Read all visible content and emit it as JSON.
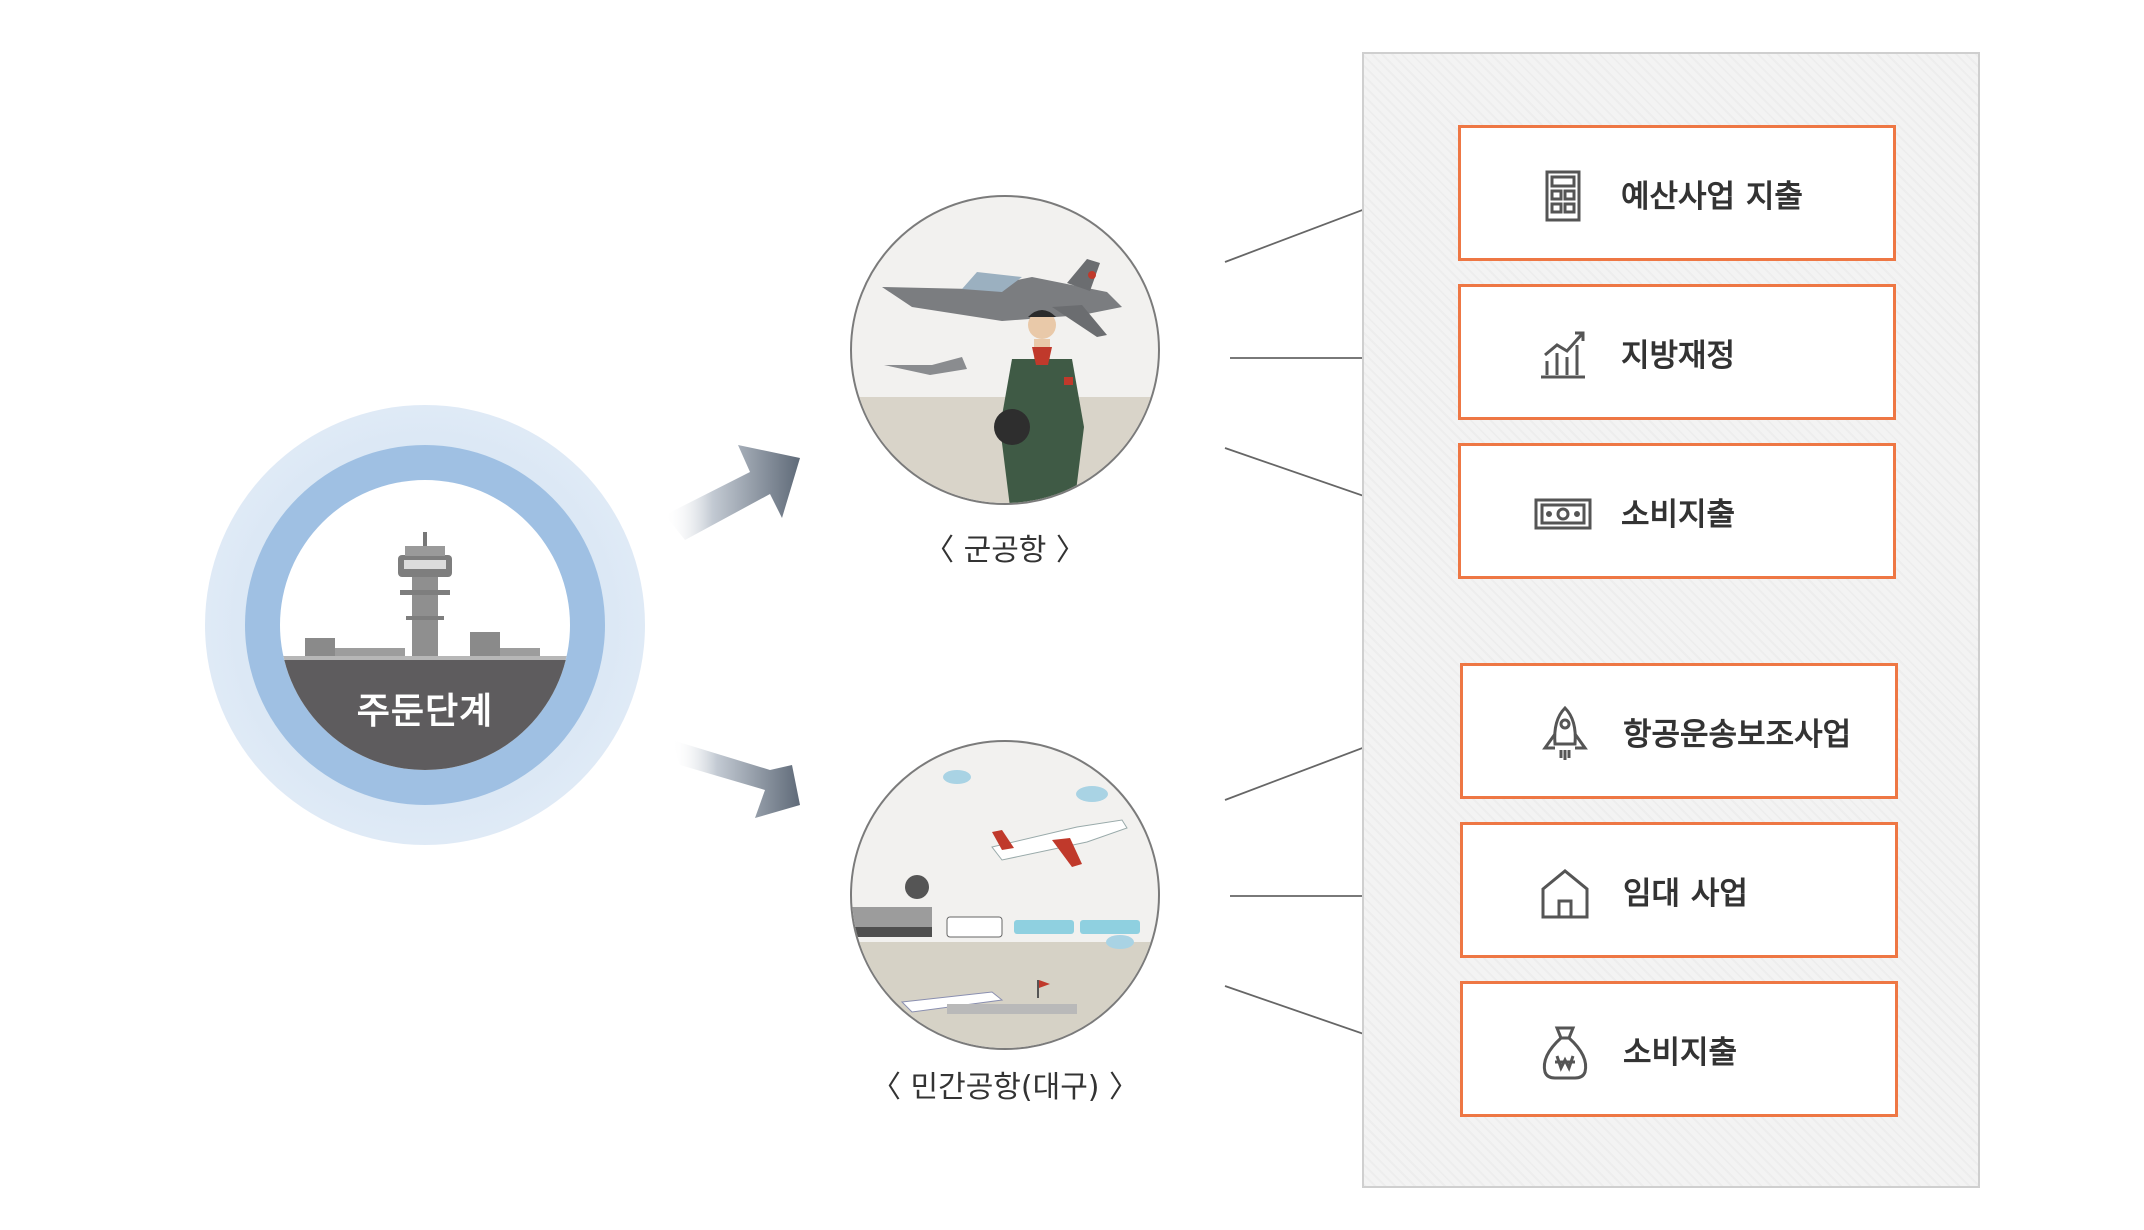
{
  "hub": {
    "label": "주둔단계"
  },
  "sources": [
    {
      "label": "〈 군공항 〉"
    },
    {
      "label": "〈 민간공항(대구) 〉"
    }
  ],
  "effects": [
    {
      "label": "예산사업 지출",
      "icon": "calculator-icon"
    },
    {
      "label": "지방재정",
      "icon": "growth-chart-icon"
    },
    {
      "label": "소비지출",
      "icon": "banknote-icon"
    },
    {
      "label": "항공운송보조사업",
      "icon": "rocket-icon"
    },
    {
      "label": "임대 사업",
      "icon": "house-icon"
    },
    {
      "label": "소비지출",
      "icon": "money-bag-icon"
    }
  ],
  "colors": {
    "accent_border": "#ee7744",
    "hub_ring": "#9fc0e3",
    "ground": "#5e5c5e",
    "panel_bg": "#f3f3f3",
    "arrow": "#6f7a87"
  }
}
